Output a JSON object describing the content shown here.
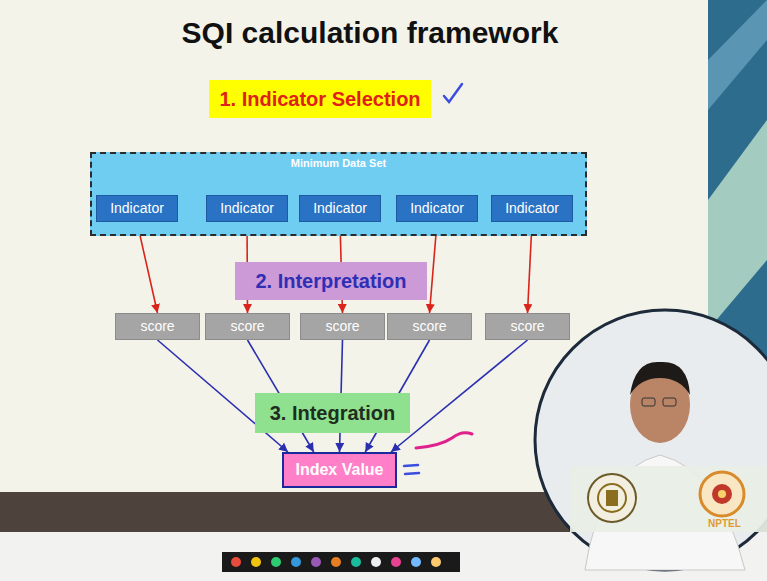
{
  "diagram": {
    "title": "SQI calculation framework",
    "nodes": [
      {
        "text": [
          "1. Indicator Selection"
        ]
      },
      {
        "text": [
          "Minimum Data Set"
        ]
      },
      {
        "text": [
          "Indicator"
        ],
        "in": 1
      },
      {
        "text": [
          "Indicator"
        ],
        "in": 1
      },
      {
        "text": [
          "Indicator"
        ],
        "in": 1
      },
      {
        "text": [
          "Indicator"
        ],
        "in": 1
      },
      {
        "text": [
          "Indicator"
        ],
        "in": 1
      },
      {
        "text": [
          "2. Interpretation"
        ]
      },
      {
        "text": [
          "score"
        ]
      },
      {
        "text": [
          "score"
        ]
      },
      {
        "text": [
          "score"
        ]
      },
      {
        "text": [
          "score"
        ]
      },
      {
        "text": [
          "score"
        ]
      },
      {
        "text": [
          "3. Integration"
        ]
      },
      {
        "text": [
          "Index Value"
        ]
      }
    ],
    "edges": [
      {
        "from": 2,
        "to": 8,
        "arrow": "to"
      },
      {
        "from": 3,
        "to": 9,
        "arrow": "to"
      },
      {
        "from": 4,
        "to": 10,
        "arrow": "to"
      },
      {
        "from": 5,
        "to": 11,
        "arrow": "to"
      },
      {
        "from": 6,
        "to": 12,
        "arrow": "to"
      },
      {
        "from": 8,
        "to": 14,
        "arrow": "to"
      },
      {
        "from": 9,
        "to": 14,
        "arrow": "to"
      },
      {
        "from": 10,
        "to": 14,
        "arrow": "to"
      },
      {
        "from": 11,
        "to": 14,
        "arrow": "to"
      },
      {
        "from": 12,
        "to": 14,
        "arrow": "to"
      }
    ],
    "labels": [
      "NPTEL"
    ]
  }
}
